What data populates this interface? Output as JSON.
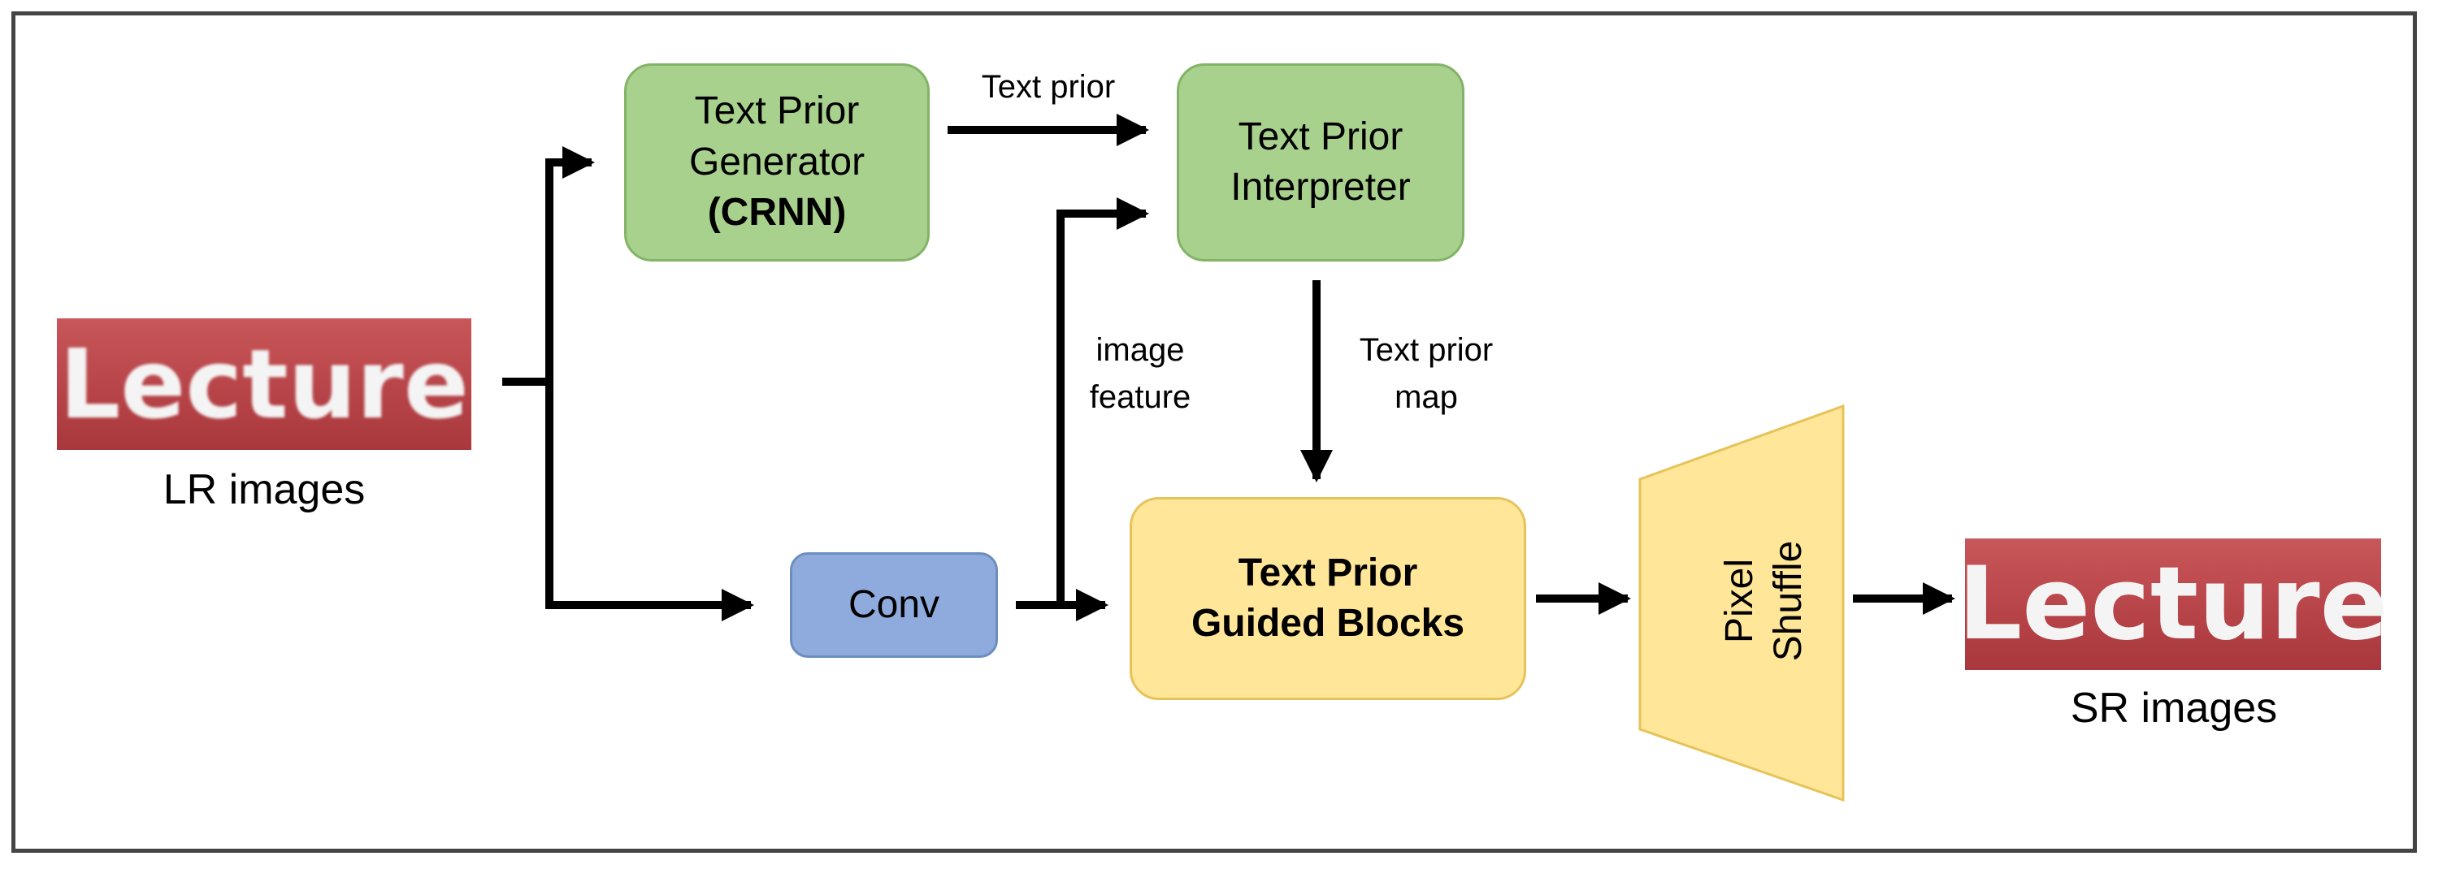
{
  "inputs": {
    "lr_image_text": "Lecture",
    "lr_caption": "LR images"
  },
  "outputs": {
    "sr_image_text": "Lecture",
    "sr_caption": "SR images"
  },
  "blocks": {
    "generator": {
      "line1": "Text Prior",
      "line2": "Generator",
      "line3": "(CRNN)"
    },
    "interpreter": {
      "line1": "Text Prior",
      "line2": "Interpreter"
    },
    "conv": {
      "label": "Conv"
    },
    "guided": {
      "line1": "Text Prior",
      "line2": "Guided Blocks"
    },
    "shuffle": {
      "line1": "Pixel",
      "line2": "Shuffle"
    }
  },
  "edge_labels": {
    "text_prior": "Text prior",
    "image_feature_1": "image",
    "image_feature_2": "feature",
    "text_prior_map_1": "Text prior",
    "text_prior_map_2": "map"
  },
  "colors": {
    "generator_fill": "#a9d18e",
    "interpreter_fill": "#a9d18e",
    "conv_fill": "#8faadc",
    "guided_fill": "#ffe699",
    "shuffle_fill": "#ffe699",
    "image_tag_fill": "#b74448"
  }
}
